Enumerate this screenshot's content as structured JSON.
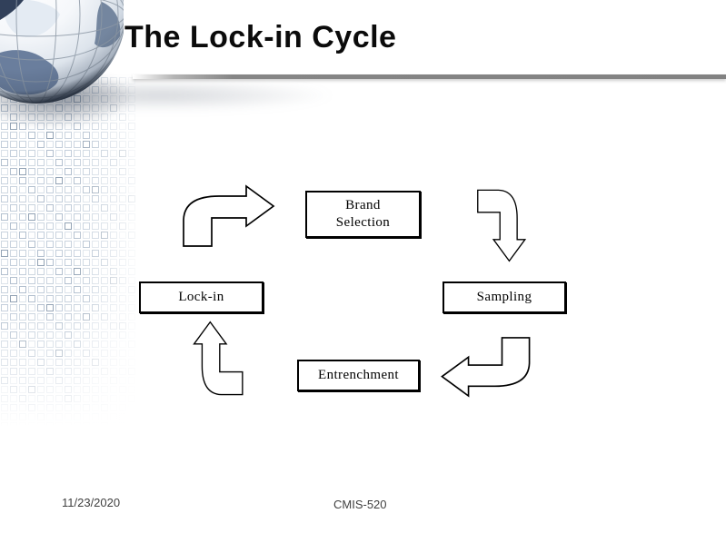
{
  "slide": {
    "title": "The Lock-in Cycle",
    "footer": {
      "date": "11/23/2020",
      "course": "CMIS-520"
    }
  },
  "diagram": {
    "type": "cycle",
    "nodes": [
      {
        "id": "brand-selection",
        "lines": [
          "Brand",
          "Selection"
        ]
      },
      {
        "id": "lock-in",
        "lines": [
          "Lock-in"
        ]
      },
      {
        "id": "sampling",
        "lines": [
          "Sampling"
        ]
      },
      {
        "id": "entrenchment",
        "lines": [
          "Entrenchment"
        ]
      }
    ],
    "arrows": [
      {
        "from": "lock-in",
        "to": "brand-selection",
        "direction": "up-right"
      },
      {
        "from": "brand-selection",
        "to": "sampling",
        "direction": "down-right"
      },
      {
        "from": "sampling",
        "to": "entrenchment",
        "direction": "down-left"
      },
      {
        "from": "entrenchment",
        "to": "lock-in",
        "direction": "up-left"
      }
    ]
  },
  "icons": {
    "globe": "globe-logo"
  },
  "colors": {
    "node_border": "#000000",
    "node_fill": "#ffffff",
    "title_text": "#0b0b0b",
    "title_rule": "#868686",
    "mosaic_square": "#c7d1dc",
    "globe_land": "#6a7e9d",
    "footer_text": "#3f3f3f"
  }
}
